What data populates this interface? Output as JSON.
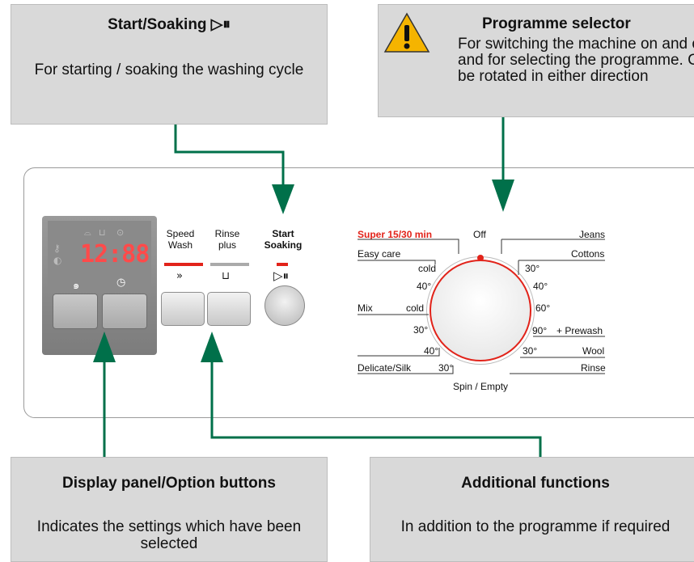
{
  "callouts": {
    "start": {
      "title": "Start/Soaking ▷⏸",
      "text": "For starting / soaking  the washing cycle"
    },
    "programme": {
      "title": "Programme selector",
      "text": "For switching the machine on and off and for selecting the programme. Can be rotated in either direction"
    },
    "display": {
      "title": "Display panel/Option buttons",
      "text": "Indicates the settings which have been selected"
    },
    "additional": {
      "title": "Additional functions",
      "text": "In addition to the programme if required"
    }
  },
  "panel": {
    "display_digits": "12:88",
    "buttons": {
      "speed_wash": "Speed\nWash",
      "rinse_plus": "Rinse\nplus",
      "start_soaking": "Start\nSoaking",
      "start_icon": "▷⏸"
    },
    "programmes_left": [
      "Super 15/30 min",
      "Easy care",
      "cold",
      "40°",
      "Mix",
      "cold",
      "30°",
      "40°",
      "Delicate/Silk",
      "30°"
    ],
    "programmes_right": [
      "Jeans",
      "Cottons",
      "30°",
      "40°",
      "60°",
      "90°",
      "+ Prewash",
      "30°",
      "Wool",
      "Rinse"
    ],
    "top_label": "Off",
    "bottom_label": "Spin / Empty",
    "accent_color": "#e2231a",
    "arrow_color": "#00704a"
  }
}
